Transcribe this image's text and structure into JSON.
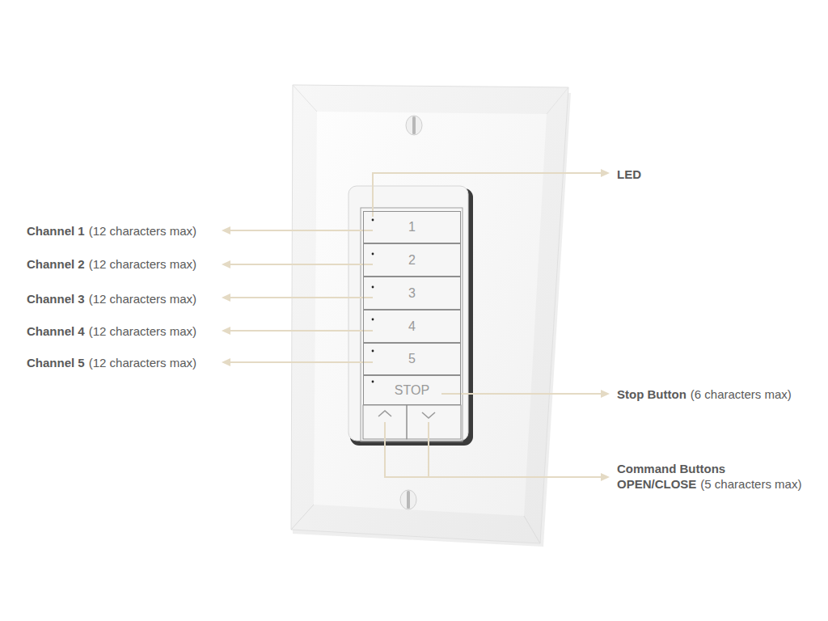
{
  "diagram": {
    "nodes": [
      {
        "text": [
          "1"
        ]
      },
      {
        "text": [
          "2"
        ]
      },
      {
        "text": [
          "3"
        ]
      },
      {
        "text": [
          "4"
        ]
      },
      {
        "text": [
          "5"
        ]
      },
      {
        "text": [
          "STOP"
        ]
      }
    ],
    "labels": [
      "LED",
      "Channel 1",
      "(12 characters max)",
      "Channel 2",
      "(12 characters max)",
      "Channel 3",
      "(12 characters max)",
      "Channel 4",
      "(12 characters max)",
      "Channel 5",
      "(12 characters max)",
      "Stop Button",
      "(6 characters max)",
      "Command Buttons",
      "OPEN/CLOSE",
      "(5 characters max)"
    ]
  }
}
